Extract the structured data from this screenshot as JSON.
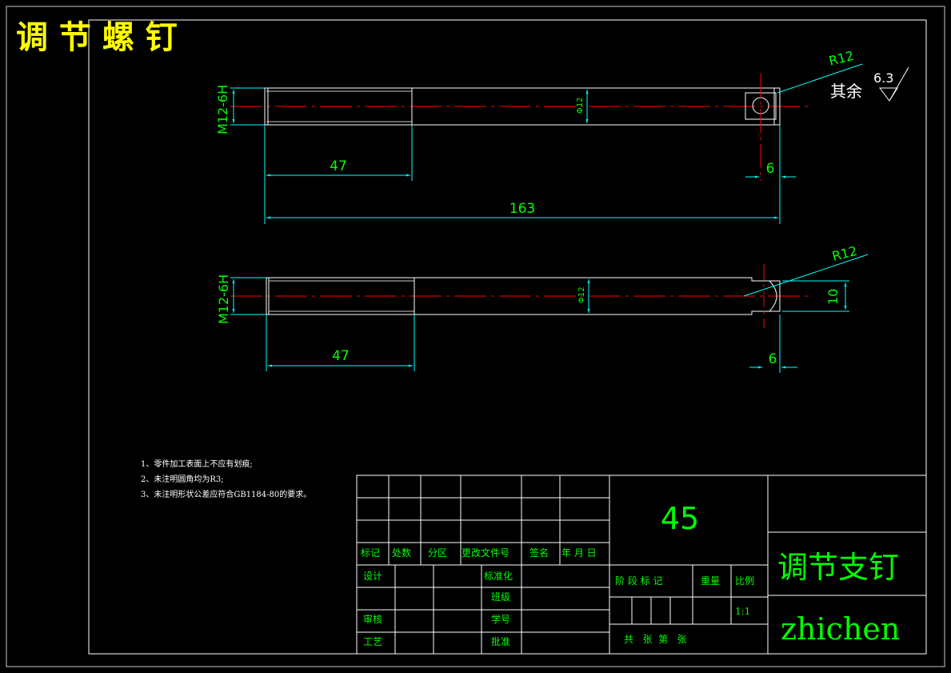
{
  "header": {
    "title": "调 节 螺 钉"
  },
  "view_top": {
    "thread_label": "M12-6H",
    "diameter_label": "Φ12",
    "dim_thread_length": "47",
    "dim_total_length": "163",
    "dim_hole_offset": "6",
    "radius_label": "R12",
    "roughness_prefix": "其余",
    "roughness_value": "6.3"
  },
  "view_bottom": {
    "thread_label": "M12-6H",
    "diameter_label": "Φ12",
    "dim_thread_length": "47",
    "dim_end_offset": "6",
    "radius_label": "R12",
    "dim_flat_width": "10"
  },
  "notes": [
    "1、零件加工表面上不应有划痕;",
    "2、未注明圆角均为R3;",
    "3、未注明形状公差应符合GB1184-80的要求。"
  ],
  "title_block": {
    "material": "45",
    "part_name": "调节支钉",
    "designer_name": "zhichen",
    "scale": "1:1",
    "labels": {
      "mark": "标记",
      "count": "处数",
      "zone": "分区",
      "change_doc": "更改文件号",
      "signature": "签名",
      "date": "年 月 日",
      "design": "设计",
      "standardize": "标准化",
      "class": "班级",
      "review": "审核",
      "student_id": "学号",
      "process": "工艺",
      "approve": "批准",
      "stage_mark": "阶 段 标 记",
      "weight": "重量",
      "scale": "比例",
      "sheets": "共   张  第   张"
    }
  },
  "colors": {
    "outline": "#ffffff",
    "dimension": "#00ffff",
    "dim_text": "#00ff00",
    "centerline": "#ff0000",
    "title": "#ffff00",
    "gray": "#c8c8c8"
  }
}
